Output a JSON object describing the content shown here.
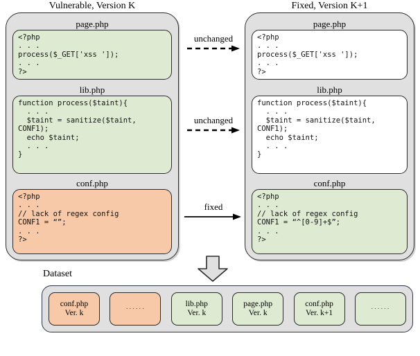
{
  "figure": {
    "left_column_caption": "Vulnerable, Version K",
    "right_column_caption": "Fixed, Version K+1",
    "dataset_caption": "Dataset"
  },
  "colors": {
    "vulnerable_fill": "#f7c9a8",
    "fixed_fill": "#dfead2",
    "unchanged_fill": "#ffffff",
    "panel_fill": "#e0e0e0",
    "outline": "#2b2b2b"
  },
  "left_panel": {
    "files": [
      {
        "title": "page.php",
        "state": "green",
        "code": "<?php\n. . .\nprocess($_GET['xss ']);\n. . .\n?>"
      },
      {
        "title": "lib.php",
        "state": "green",
        "code": "function process($taint){\n  . . .\n  $taint = sanitize($taint,\nCONF1);\n  echo $taint;\n  . . .\n}"
      },
      {
        "title": "conf.php",
        "state": "orange",
        "code": "<?php\n. . .\n// lack of regex config\nCONF1 = “”;\n. . .\n?>"
      }
    ]
  },
  "right_panel": {
    "files": [
      {
        "title": "page.php",
        "state": "white",
        "code": "<?php\n. . .\nprocess($_GET['xss ']);\n. . .\n?>"
      },
      {
        "title": "lib.php",
        "state": "white",
        "code": "function process($taint){\n  . . .\n  $taint = sanitize($taint,\nCONF1);\n  echo $taint;\n  . . .\n}"
      },
      {
        "title": "conf.php",
        "state": "green",
        "code": "<?php\n. . .\n// lack of regex config\nCONF1 = “^[0-9]+$”;\n. . .\n?>"
      }
    ]
  },
  "transitions": [
    {
      "label": "unchanged",
      "style": "dashed"
    },
    {
      "label": "unchanged",
      "style": "dashed"
    },
    {
      "label": "fixed",
      "style": "solid"
    }
  ],
  "dataset": {
    "cards": [
      {
        "name": "conf.php",
        "version": "Ver. k",
        "state": "orange"
      },
      {
        "name": "······",
        "version": "",
        "state": "orange"
      },
      {
        "name": "lib.php",
        "version": "Ver. k",
        "state": "green"
      },
      {
        "name": "page.php",
        "version": "Ver. k",
        "state": "green"
      },
      {
        "name": "conf.php",
        "version": "Ver. k+1",
        "state": "green"
      },
      {
        "name": "······",
        "version": "",
        "state": "green"
      }
    ]
  }
}
